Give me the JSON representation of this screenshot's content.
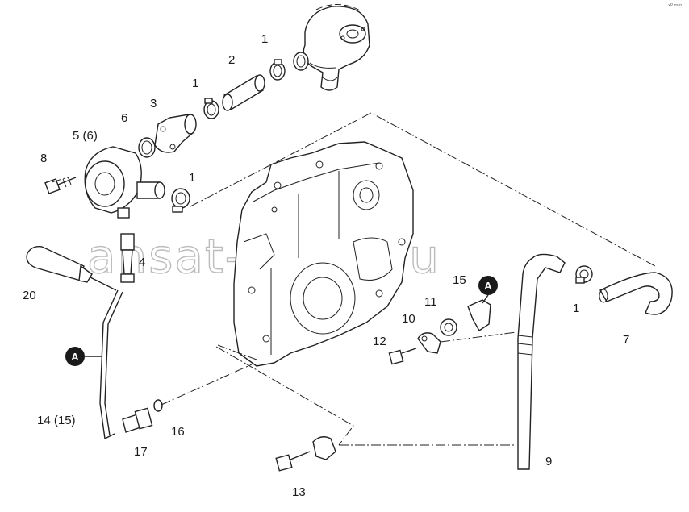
{
  "watermark": "ansat-parts.ru",
  "corner_mark": "xP mm",
  "labels": {
    "p1a": "1",
    "p2": "2",
    "p1b": "1",
    "p3": "3",
    "p6": "6",
    "p5": "5 (6)",
    "p8": "8",
    "p1c": "1",
    "p4": "4",
    "p20": "20",
    "p15": "15",
    "p11": "11",
    "p10": "10",
    "p12": "12",
    "p1d": "1",
    "p7": "7",
    "p14": "14 (15)",
    "p16": "16",
    "p17": "17",
    "p9": "9",
    "p13": "13"
  },
  "callouts": {
    "a_left": "A",
    "a_right": "A"
  }
}
